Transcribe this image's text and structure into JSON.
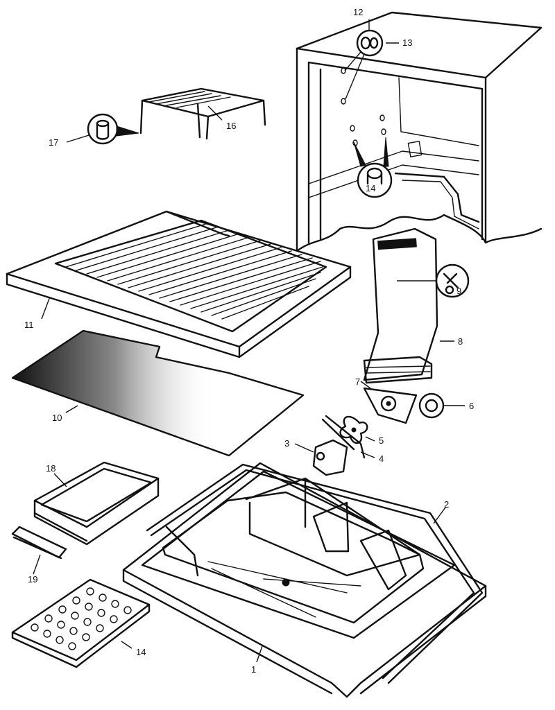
{
  "callouts": [
    {
      "id": "1",
      "text": "1"
    },
    {
      "id": "2",
      "text": "2"
    },
    {
      "id": "3",
      "text": "3"
    },
    {
      "id": "4",
      "text": "4"
    },
    {
      "id": "5",
      "text": "5"
    },
    {
      "id": "6",
      "text": "6"
    },
    {
      "id": "7",
      "text": "7"
    },
    {
      "id": "8",
      "text": "8"
    },
    {
      "id": "9",
      "text": "9"
    },
    {
      "id": "10",
      "text": "10"
    },
    {
      "id": "11",
      "text": "11"
    },
    {
      "id": "12",
      "text": "12"
    },
    {
      "id": "13",
      "text": "13"
    },
    {
      "id": "14a",
      "text": "14"
    },
    {
      "id": "14b",
      "text": "14"
    },
    {
      "id": "16",
      "text": "16"
    },
    {
      "id": "17",
      "text": "17"
    },
    {
      "id": "18",
      "text": "18"
    },
    {
      "id": "19",
      "text": "19"
    }
  ]
}
